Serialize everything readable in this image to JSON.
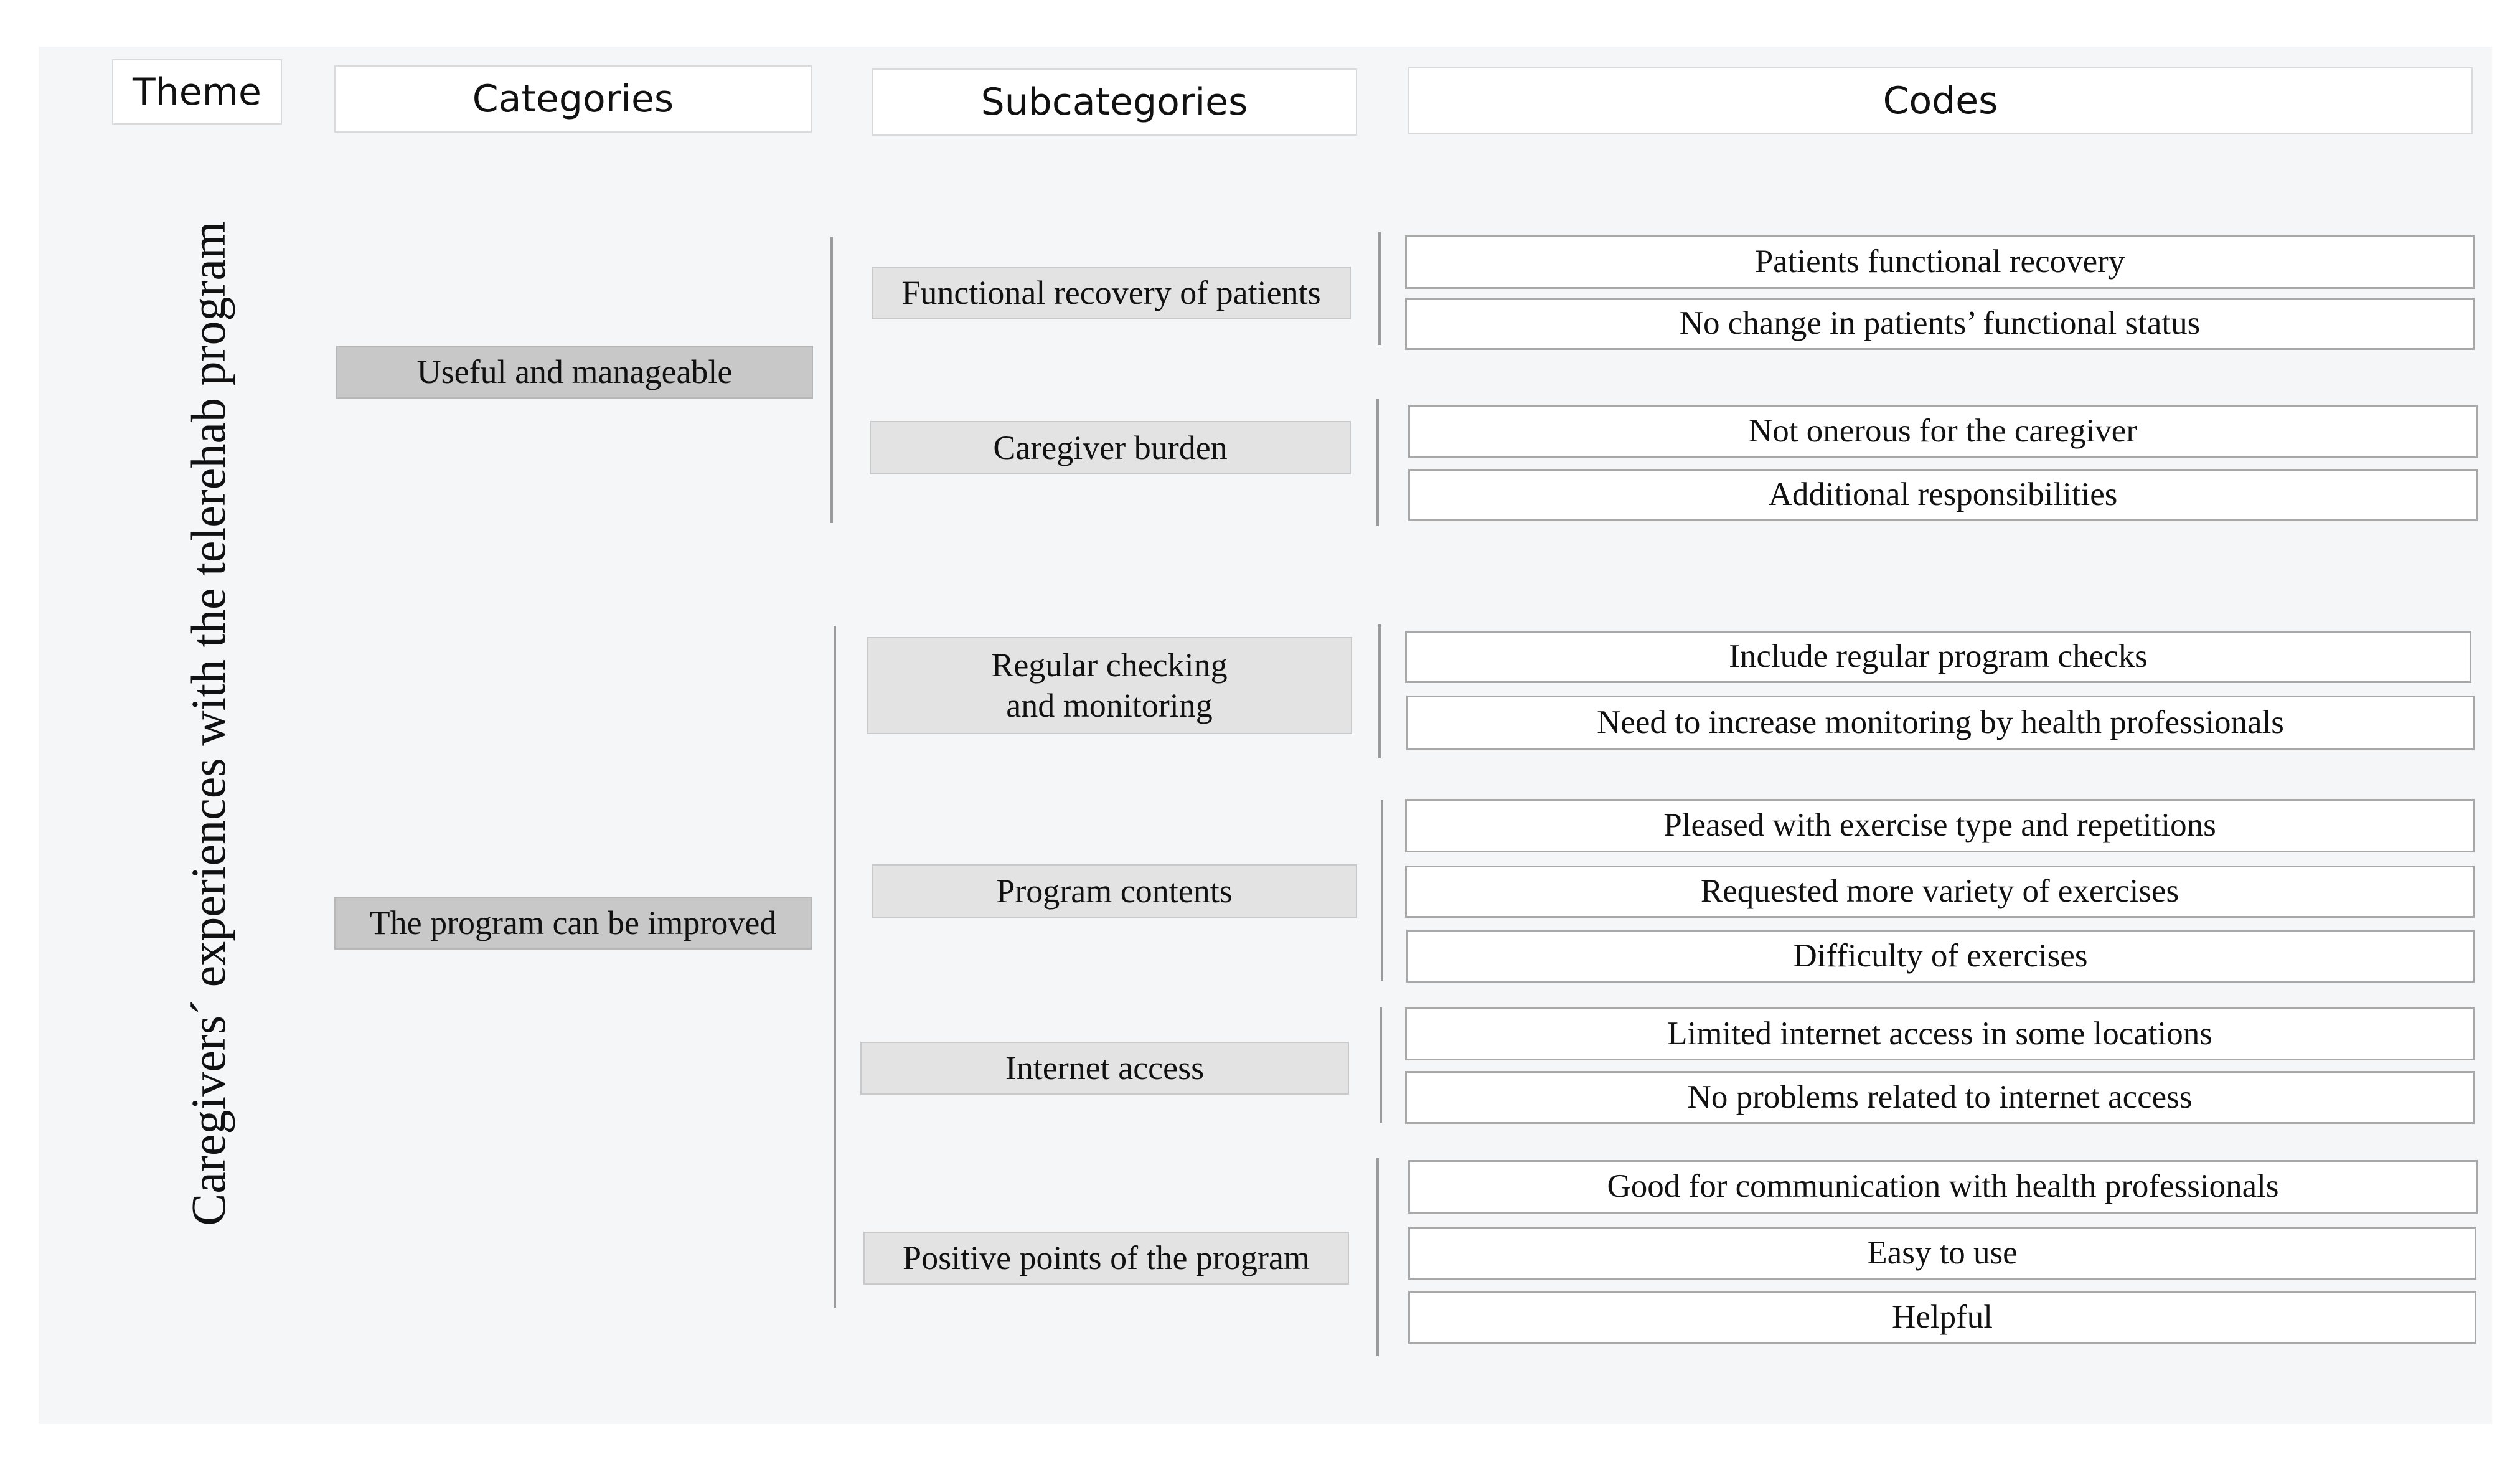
{
  "headers": {
    "theme": "Theme",
    "categories": "Categories",
    "subcategories": "Subcategories",
    "codes": "Codes"
  },
  "theme": "Caregivers´ experiences with the telerehab program",
  "categories": [
    "Useful and manageable",
    "The program can be improved"
  ],
  "subcategories": [
    "Functional recovery of patients",
    "Caregiver burden",
    "Regular checking and monitoring",
    "Program contents",
    "Internet access",
    "Positive points of the program"
  ],
  "codes": [
    "Patients functional recovery",
    "No change in patients’ functional status",
    "Not onerous for the caregiver",
    "Additional responsibilities",
    "Include regular program checks",
    "Need to increase monitoring by health professionals",
    "Pleased with exercise type and repetitions",
    "Requested more variety of exercises",
    "Difficulty of exercises",
    "Limited internet access in some locations",
    "No problems related to internet access",
    "Good for communication with health professionals",
    "Easy to use",
    "Helpful"
  ]
}
